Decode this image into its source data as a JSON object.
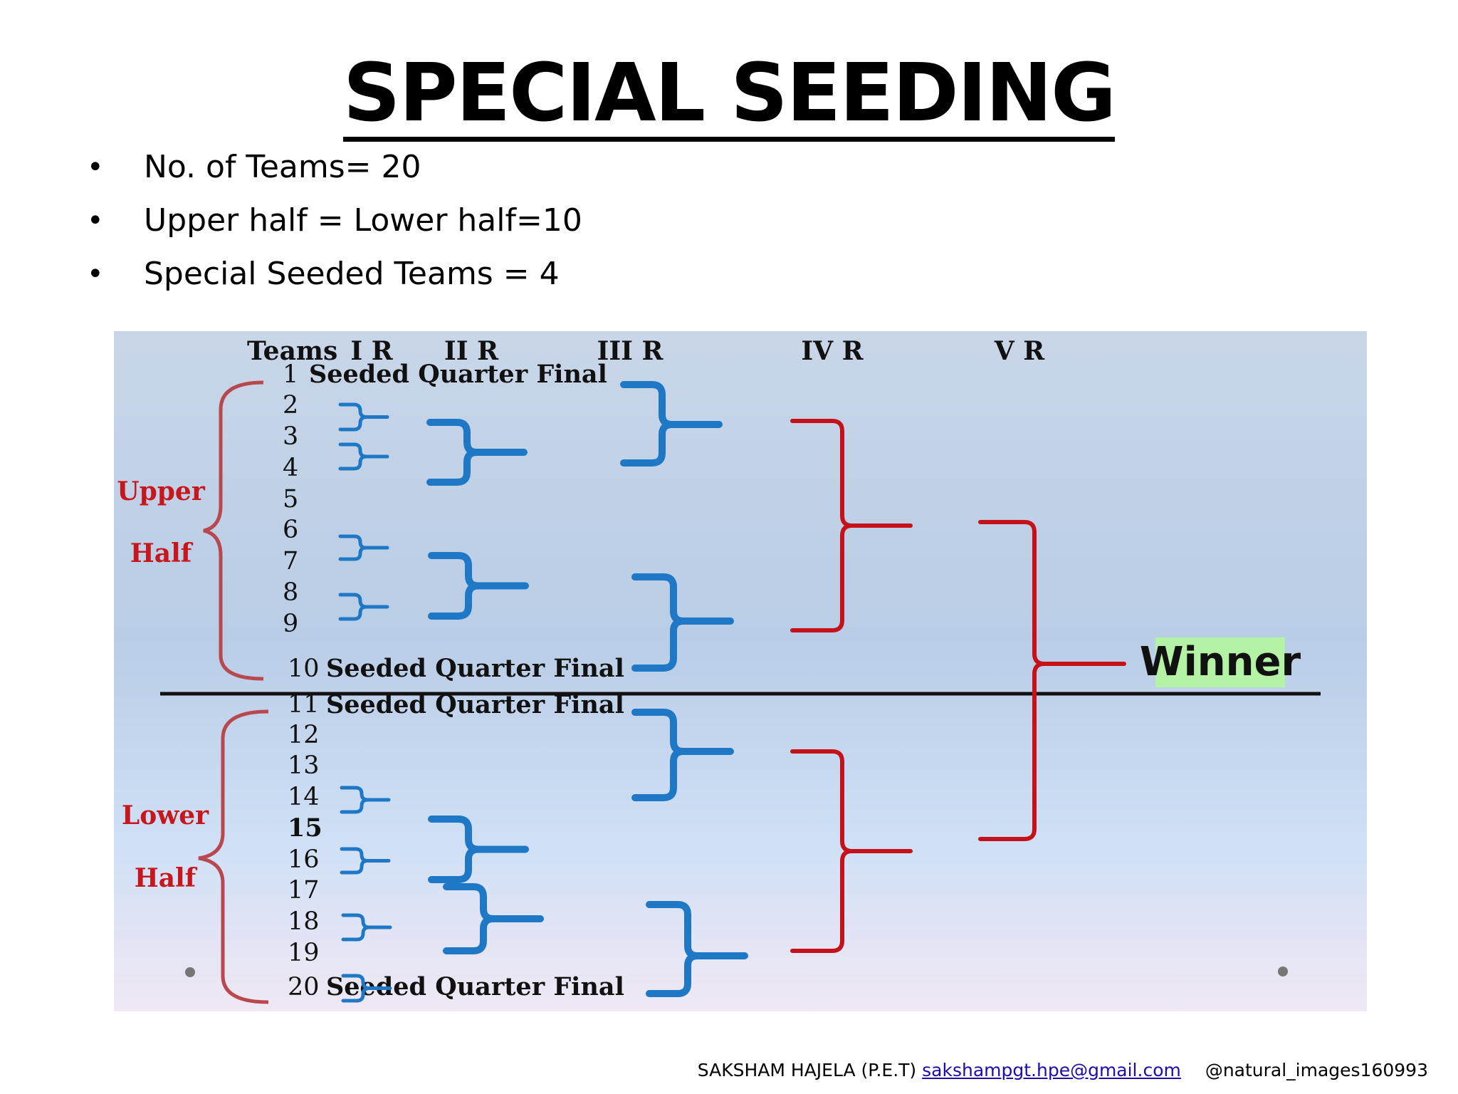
{
  "title": "SPECIAL SEEDING",
  "bullets": [
    "No. of Teams= 20",
    "Upper half = Lower half=10",
    "Special Seeded Teams = 4"
  ],
  "diagram": {
    "headers": [
      "Teams",
      "I R",
      "II R",
      "III R",
      "IV R",
      "V R"
    ],
    "upper_half": [
      "Upper",
      "Half"
    ],
    "lower_half": [
      "Lower",
      "Half"
    ],
    "teams": [
      "1",
      "2",
      "3",
      "4",
      "5",
      "6",
      "7",
      "8",
      "9",
      "10",
      "11",
      "12",
      "13",
      "14",
      "15",
      "16",
      "17",
      "18",
      "19",
      "20"
    ],
    "seeded_label": "Seeded Quarter Final",
    "winner": "Winner",
    "colors": {
      "blue": "#1e78c6",
      "red": "#c41218",
      "winner_bg": "#b4f2a6"
    }
  },
  "footer": {
    "author": "SAKSHAM HAJELA (P.E.T)",
    "email": "sakshampgt.hpe@gmail.com",
    "handle": "@natural_images160993"
  }
}
